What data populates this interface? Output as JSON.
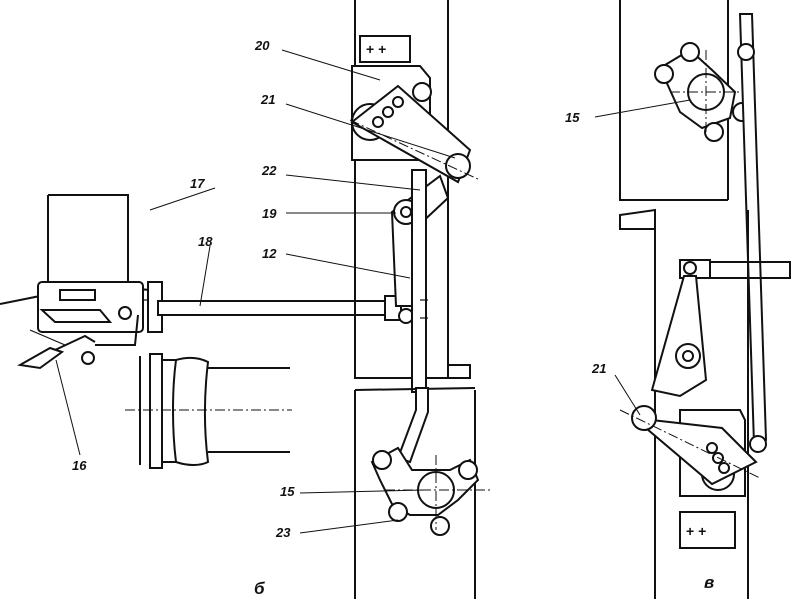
{
  "figure": {
    "captions": {
      "b": "б",
      "v": "в"
    },
    "callouts": {
      "n20": "20",
      "n21_b": "21",
      "n22": "22",
      "n19": "19",
      "n12": "12",
      "n17": "17",
      "n18": "18",
      "n16": "16",
      "n15_b": "15",
      "n23": "23",
      "n15_v": "15",
      "n21_v": "21"
    },
    "plate_marks": {
      "top_b": "+ +",
      "bottom_v": "+ +"
    }
  }
}
